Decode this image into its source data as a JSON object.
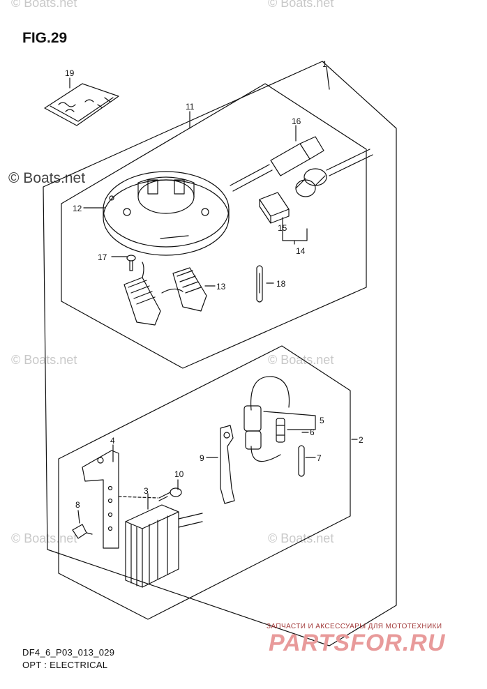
{
  "figure": {
    "title": "FIG.29",
    "code": "DF4_6_P03_013_029",
    "description": "OPT : ELECTRICAL"
  },
  "watermark": {
    "text": "© Boats.net"
  },
  "shop_watermark": {
    "line": "ЗАПЧАСТИ И АКСЕССУАРЫ ДЛЯ МОТОТЕХНИКИ",
    "logo": "PARTSFOR.RU"
  },
  "callouts": [
    "1",
    "2",
    "3",
    "4",
    "5",
    "6",
    "7",
    "8",
    "9",
    "10",
    "11",
    "12",
    "13",
    "14",
    "15",
    "16",
    "17",
    "18",
    "19"
  ]
}
